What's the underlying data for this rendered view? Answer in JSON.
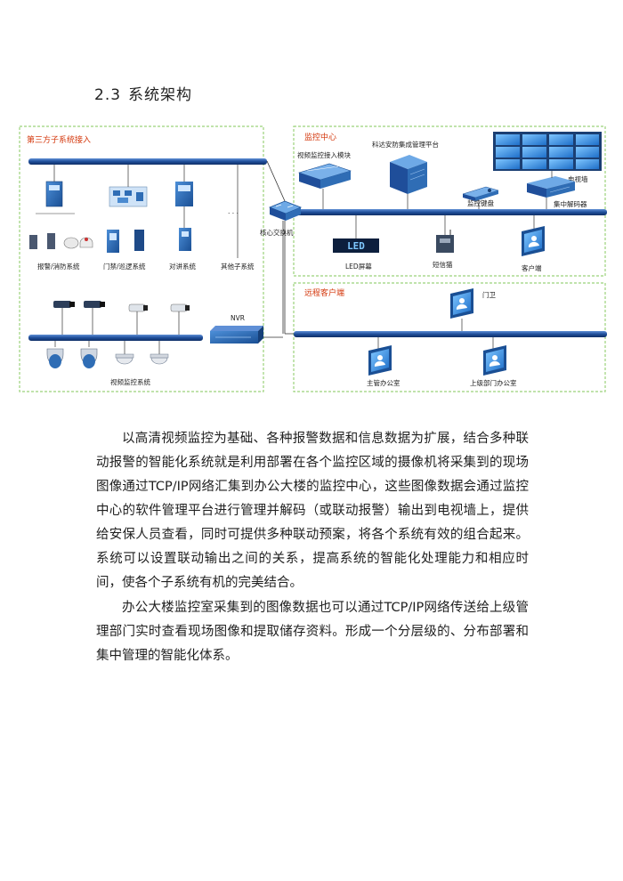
{
  "section": {
    "number": "2.3",
    "title": "系统架构"
  },
  "diagram": {
    "third_party": {
      "title": "第三方子系统接入",
      "fire_label": "报警/消防系统",
      "access_label": "门禁/巡逻系统",
      "intercom_label": "对讲系统",
      "other_label": "其他子系统",
      "dots": ". . ."
    },
    "video": {
      "label": "视频监控系统",
      "nvr_label": "NVR"
    },
    "switch_label": "核心交换机",
    "monitor_center": {
      "title": "监控中心",
      "access_module": "视频监控接入模块",
      "platform": "科达安防集成管理平台",
      "video_wall": "电视墙",
      "keyboard": "监控键盘",
      "decoder": "集中解码器",
      "led_screen": "LED屏幕",
      "led_glyph": "LED",
      "sms_cat": "短信猫",
      "client": "客户端"
    },
    "remote": {
      "title": "远程客户端",
      "guard": "门卫",
      "supervisor": "主管办公室",
      "superior": "上级部门办公室"
    },
    "colors": {
      "border": "#9bd27a",
      "bus": "#1f4e9a",
      "device": "#2f6db5",
      "title": "#d4380d"
    }
  },
  "paragraphs": [
    "以高清视频监控为基础、各种报警数据和信息数据为扩展，结合多种联动报警的智能化系统就是利用部署在各个监控区域的摄像机将采集到的现场图像通过TCP/IP网络汇集到办公大楼的监控中心，这些图像数据会通过监控中心的软件管理平台进行管理并解码（或联动报警）输出到电视墙上，提供给安保人员查看，同时可提供多种联动预案，将各个系统有效的组合起来。系统可以设置联动输出之间的关系，提高系统的智能化处理能力和相应时间，使各个子系统有机的完美结合。",
    "办公大楼监控室采集到的图像数据也可以通过TCP/IP网络传送给上级管理部门实时查看现场图像和提取储存资料。形成一个分层级的、分布部署和集中管理的智能化体系。"
  ]
}
